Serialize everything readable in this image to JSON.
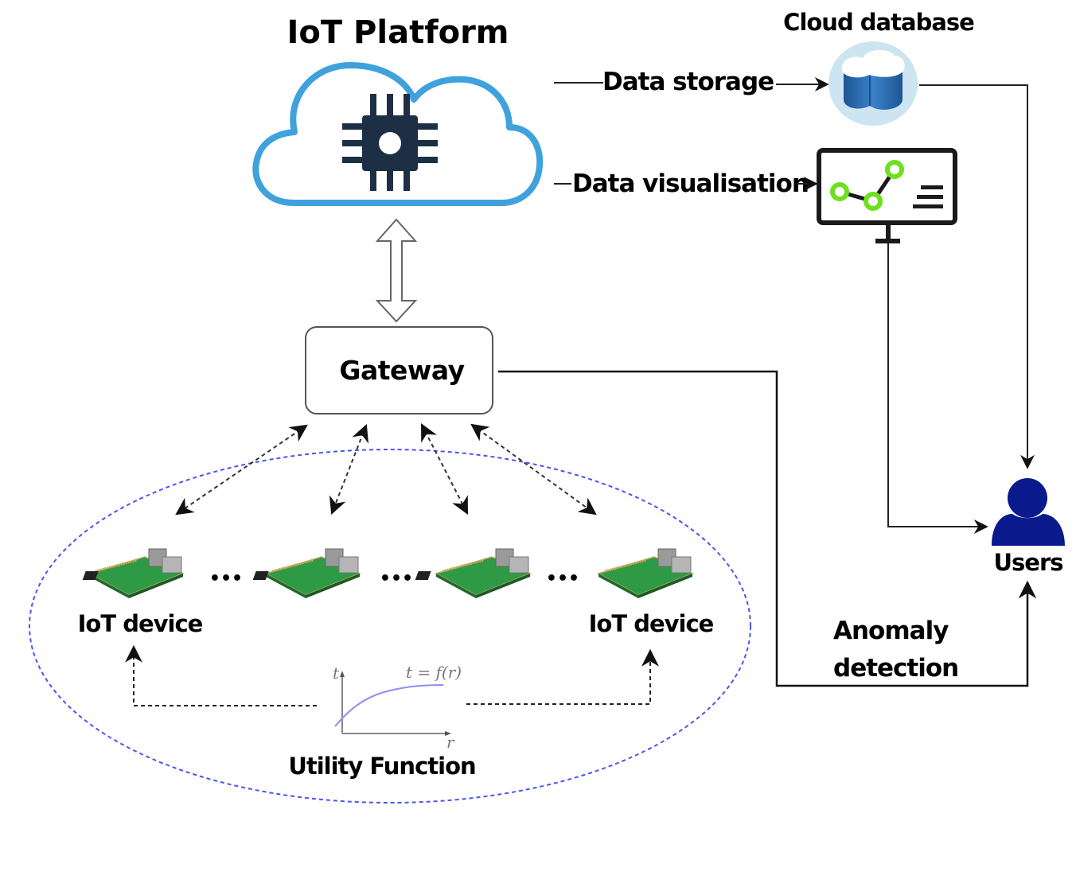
{
  "platform": {
    "title": "IoT Platform",
    "cloud_color": "#3fa2dc",
    "chip_color": "#1c2f45"
  },
  "storage": {
    "flow_label": "Data storage",
    "title": "Cloud database",
    "db_color": "#2f6fb5",
    "halo_color": "#cde5f0"
  },
  "visualisation": {
    "flow_label": "Data visualisation",
    "accent_color": "#6ee01e"
  },
  "gateway": {
    "label": "Gateway"
  },
  "devices": {
    "left_label": "IoT device",
    "right_label": "IoT device",
    "count_shown": 4,
    "ellipsis": "•••",
    "cluster_border_color": "#4a55f0"
  },
  "utility": {
    "title": "Utility Function",
    "formula": "t = f(r)",
    "y_axis_label": "t",
    "x_axis_label": "r",
    "curve_color": "#8c8cf5"
  },
  "users": {
    "label": "Users",
    "icon_color": "#0a1a8c"
  },
  "anomaly": {
    "line1": "Anomaly",
    "line2": "detection"
  }
}
